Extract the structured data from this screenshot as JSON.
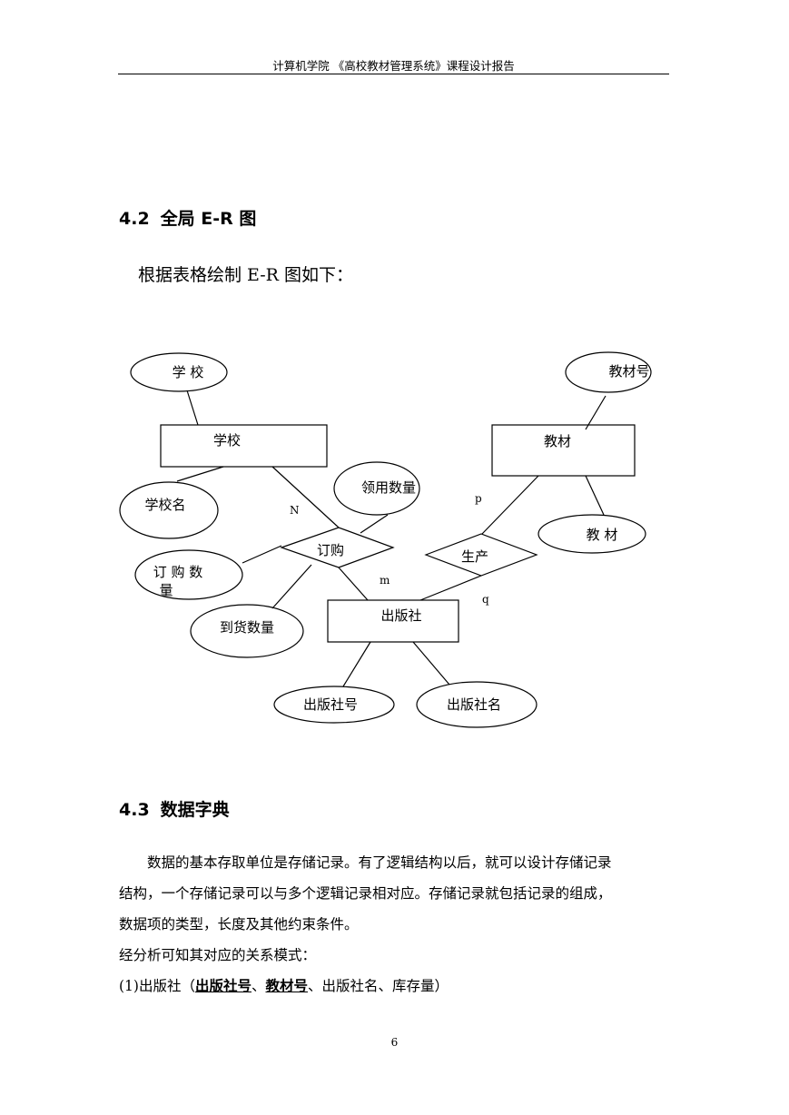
{
  "header": {
    "text": "计算机学院 《高校教材管理系统》课程设计报告"
  },
  "section_42": {
    "number": "4.2",
    "title": "全局 E-R 图"
  },
  "intro": "根据表格绘制 E-R 图如下：",
  "diagram": {
    "entities": {
      "school": "学校",
      "textbook": "教材",
      "publisher": "出版社"
    },
    "relations": {
      "order": "订购",
      "produce": "生产"
    },
    "attributes": {
      "school_attr": "学 校",
      "school_name": "学校名",
      "order_qty": "订 购 数",
      "order_qty_clip": "量",
      "arrival_qty": "到货数量",
      "receive_qty": "领用数量",
      "textbook_no": "教材号",
      "textbook_attr": "教 材",
      "publisher_no": "出版社号",
      "publisher_name": "出版社名"
    },
    "cardinality": {
      "n": "N",
      "m": "m",
      "p": "p",
      "q": "q"
    }
  },
  "section_43": {
    "number": "4.3",
    "title": "数据字典"
  },
  "body": {
    "lines": [
      "数据的基本存取单位是存储记录。有了逻辑结构以后，就可以设计存储记录",
      "结构，一个存储记录可以与多个逻辑记录相对应。存储记录就包括记录的组成，",
      "数据项的类型，长度及其他约束条件。",
      "经分析可知其对应的关系模式："
    ],
    "schema": {
      "prefix": "(1)出版社（",
      "key1": "出版社号",
      "sep1": "、",
      "key2": "教材号",
      "rest": "、出版社名、库存量）"
    }
  },
  "page_number": "6"
}
